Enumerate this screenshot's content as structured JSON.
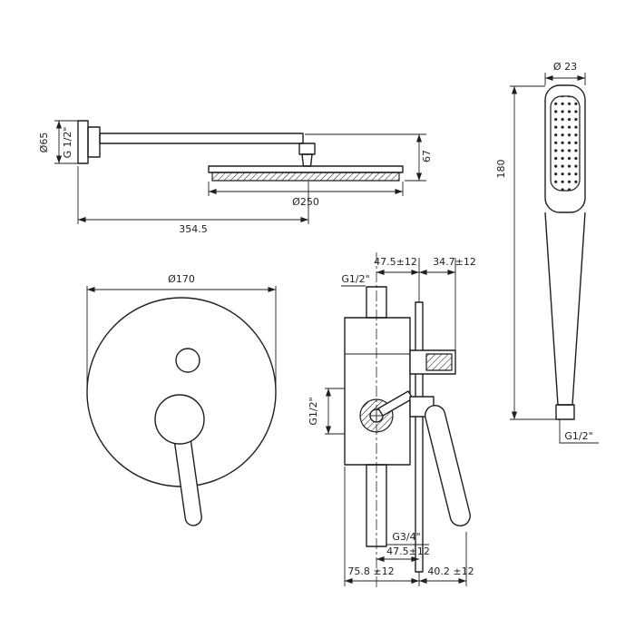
{
  "colors": {
    "line": "#1f1f1f",
    "background": "#ffffff"
  },
  "shower_arm": {
    "flange_dia": "Ø65",
    "wall_thread": "G 1/2\"",
    "head_drop": "67",
    "head_dia": "Ø250",
    "arm_length": "354.5"
  },
  "hand_shower": {
    "dia": "Ø 23",
    "length": "180",
    "thread": "G1/2\""
  },
  "mixer_plate": {
    "dia": "Ø170"
  },
  "mixer_valve": {
    "offset_top": "47.5±12",
    "protrusion_top": "34.7±12",
    "inlet_thread": "G1/2\"",
    "side_thread": "G1/2\"",
    "outlet_thread": "G3/4\"",
    "offset_bottom": "47.5±12",
    "depth": "75.8 ±12",
    "protrusion_bottom": "40.2 ±12"
  }
}
